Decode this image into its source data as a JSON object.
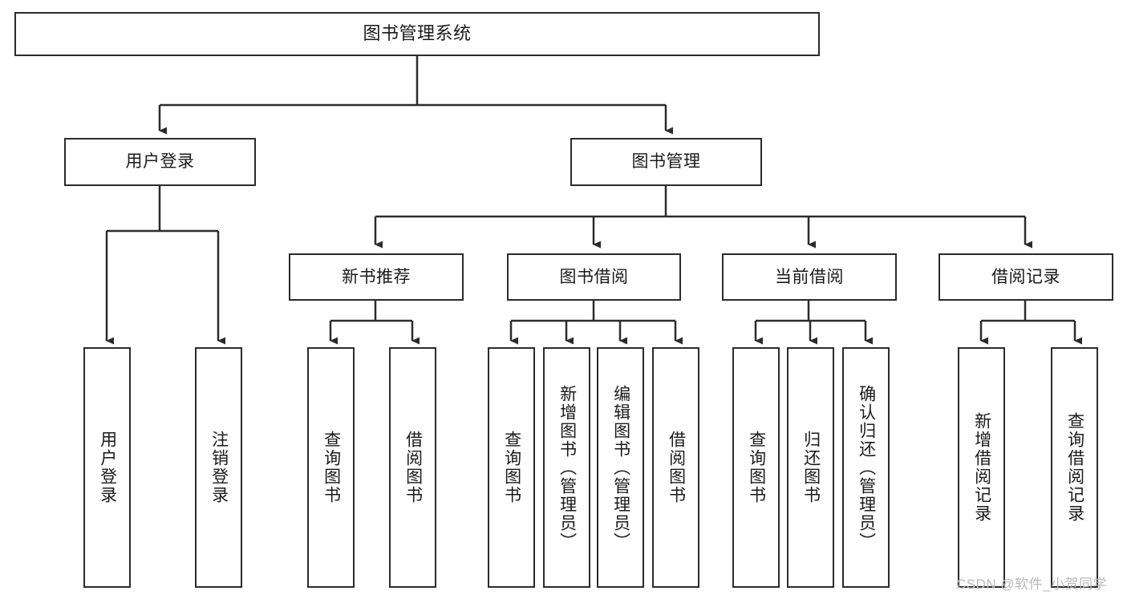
{
  "diagram": {
    "type": "tree-hierarchy-chart",
    "title": "图书管理系统",
    "watermark": "CSDN @软件_小贺同学",
    "colors": {
      "box_border": "#2b2b2b",
      "box_fill": "#ffffff",
      "connector": "#2b2b2b",
      "text": "#1a1a1a",
      "watermark": "#b9b9b9"
    },
    "nodes": {
      "root": {
        "label": "图书管理系统"
      },
      "level2": [
        {
          "label": "用户登录"
        },
        {
          "label": "图书管理"
        }
      ],
      "level3": [
        {
          "label": "新书推荐"
        },
        {
          "label": "图书借阅"
        },
        {
          "label": "当前借阅"
        },
        {
          "label": "借阅记录"
        }
      ],
      "leaves": {
        "user_login": [
          {
            "label": "用户登录"
          },
          {
            "label": "注销登录"
          }
        ],
        "new_book_rec": [
          {
            "label": "查询图书"
          },
          {
            "label": "借阅图书"
          }
        ],
        "book_borrow": [
          {
            "label": "查询图书"
          },
          {
            "label": "新增图书（管理员）"
          },
          {
            "label": "编辑图书（管理员）"
          },
          {
            "label": "借阅图书"
          }
        ],
        "current_borrow": [
          {
            "label": "查询图书"
          },
          {
            "label": "归还图书"
          },
          {
            "label": "确认归还（管理员）"
          }
        ],
        "borrow_record": [
          {
            "label": "新增借阅记录"
          },
          {
            "label": "查询借阅记录"
          }
        ]
      }
    }
  }
}
